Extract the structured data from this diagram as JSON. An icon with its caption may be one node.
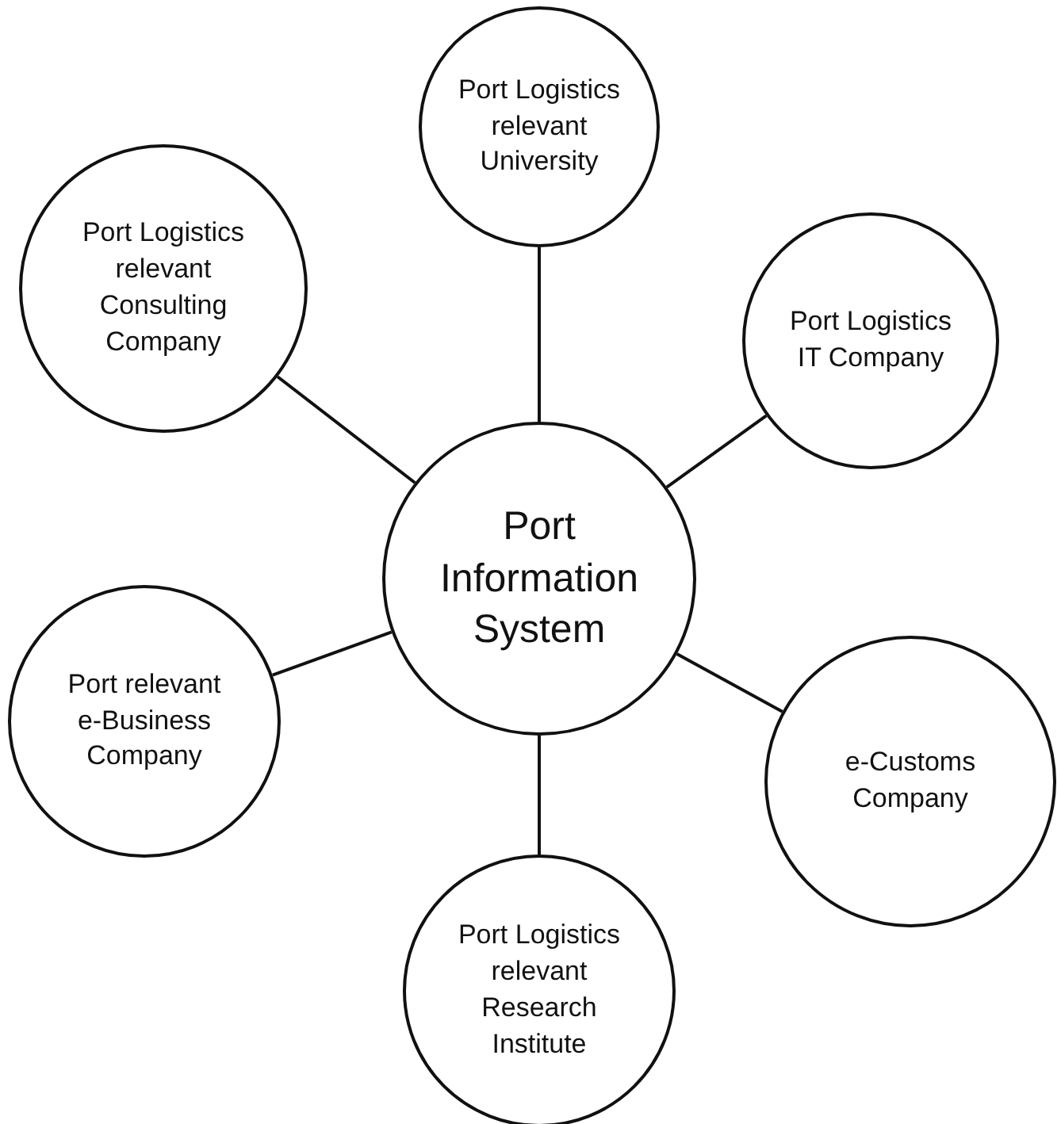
{
  "diagram": {
    "nodes": [
      {
        "text": [
          "Port Logistics relevant University"
        ]
      },
      {
        "text": [
          "Port Logistics relevant Consulting Company"
        ]
      },
      {
        "text": [
          "Port Logistics IT Company"
        ]
      },
      {
        "text": [
          "Port Information System"
        ]
      },
      {
        "text": [
          "Port relevant e-Business Company"
        ]
      },
      {
        "text": [
          "e-Customs Company"
        ]
      },
      {
        "text": [
          "Port Logistics relevant Research Institute"
        ]
      }
    ],
    "edges": [
      {
        "from": 3,
        "to": 0,
        "arrow": "none"
      },
      {
        "from": 3,
        "to": 1,
        "arrow": "none"
      },
      {
        "from": 3,
        "to": 2,
        "arrow": "none"
      },
      {
        "from": 3,
        "to": 4,
        "arrow": "none"
      },
      {
        "from": 3,
        "to": 5,
        "arrow": "none"
      },
      {
        "from": 3,
        "to": 6,
        "arrow": "none"
      }
    ]
  }
}
